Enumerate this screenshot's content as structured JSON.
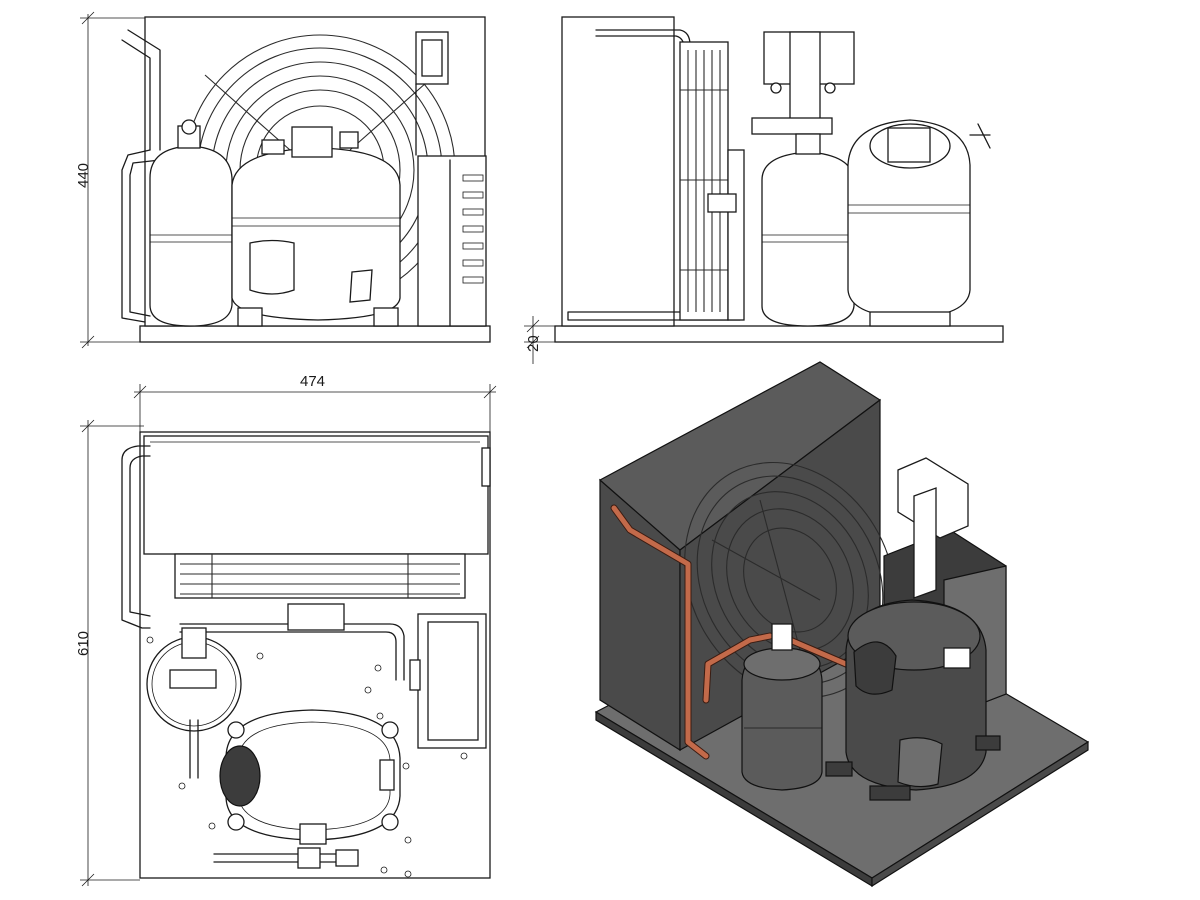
{
  "dimensions": {
    "front_height": "440",
    "base_height": "20",
    "top_width": "474",
    "top_depth": "610"
  },
  "views": [
    "front-view",
    "side-view",
    "top-view",
    "isometric-view"
  ],
  "colors": {
    "line": "#1a1a1a",
    "body_dark": "#4a4a4a",
    "copper_pipe": "#c36a4a",
    "paper": "#ffffff"
  }
}
